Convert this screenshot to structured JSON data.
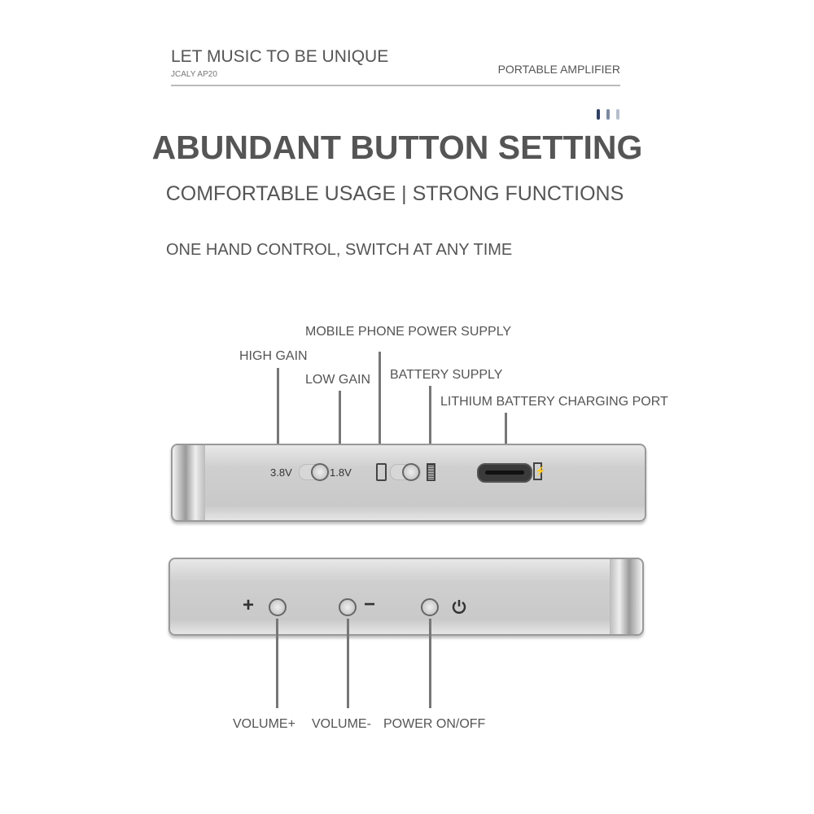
{
  "header": {
    "slogan": "LET MUSIC TO BE UNIQUE",
    "model": "JCALY AP20",
    "category": "PORTABLE AMPLIFIER",
    "accent_colors": [
      "#2f4163",
      "#7d8aa0",
      "#b6bfcc"
    ]
  },
  "title": "ABUNDANT BUTTON SETTING",
  "subtitle": "COMFORTABLE USAGE | STRONG FUNCTIONS",
  "tagline": "ONE HAND CONTROL, SWITCH AT ANY TIME",
  "top_panel": {
    "labels": {
      "mobile": "MOBILE PHONE POWER SUPPLY",
      "high_gain": "HIGH GAIN",
      "low_gain": "LOW GAIN",
      "battery": "BATTERY SUPPLY",
      "charging": "LITHIUM BATTERY CHARGING PORT"
    },
    "high_voltage": "3.8V",
    "low_voltage": "1.8V"
  },
  "bottom_panel": {
    "plus": "+",
    "minus": "−",
    "labels": {
      "vol_up": "VOLUME+",
      "vol_down": "VOLUME-",
      "power": "POWER ON/OFF"
    }
  }
}
